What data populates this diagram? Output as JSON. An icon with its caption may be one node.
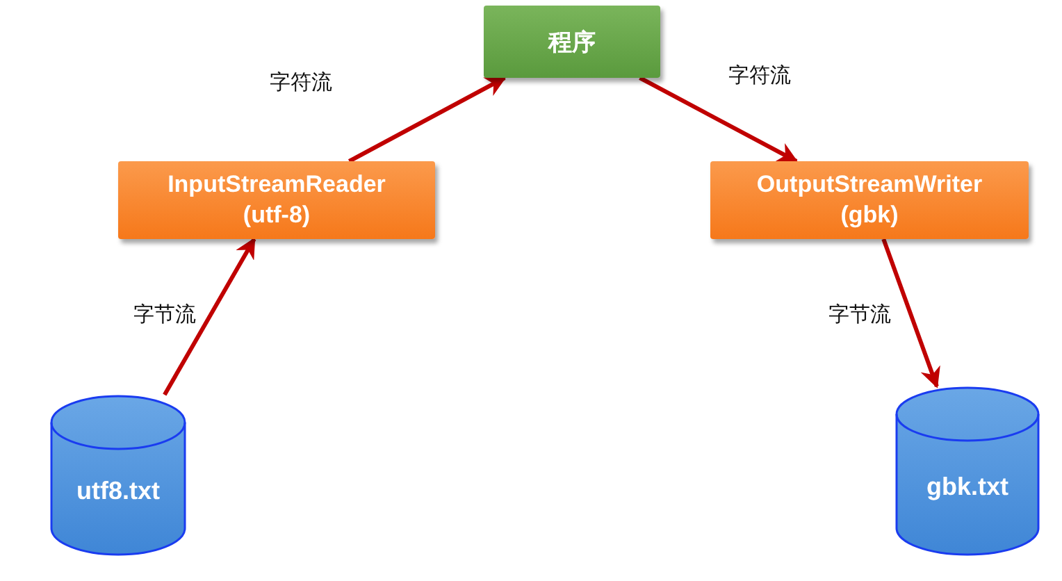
{
  "diagram": {
    "nodes": [
      {
        "text": [
          "utf8.txt"
        ]
      },
      {
        "text": [
          "InputStreamReader (utf-8)"
        ]
      },
      {
        "text": [
          "程序"
        ]
      },
      {
        "text": [
          "OutputStreamWriter (gbk)"
        ]
      },
      {
        "text": [
          "gbk.txt"
        ]
      }
    ],
    "edges": [
      {
        "from": 0,
        "to": 1,
        "arrow": "to",
        "label": "字节流"
      },
      {
        "from": 1,
        "to": 2,
        "arrow": "to",
        "label": "字符流"
      },
      {
        "from": 2,
        "to": 3,
        "arrow": "to",
        "label": "字符流"
      },
      {
        "from": 3,
        "to": 4,
        "arrow": "to",
        "label": "字节流"
      }
    ]
  }
}
